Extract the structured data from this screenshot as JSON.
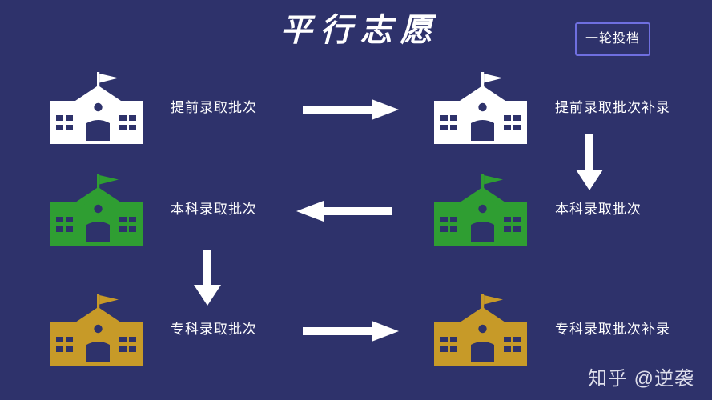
{
  "page": {
    "title": "平行志愿",
    "background_color": "#2e326b",
    "watermark": "知乎 @逆袭"
  },
  "badge": {
    "label": "一轮投档",
    "border_color": "#6f6fe0"
  },
  "colors": {
    "white": "#ffffff",
    "green": "#2f9e32",
    "gold": "#c79a28",
    "outline_navy": "#2e326b",
    "arrow": "#ffffff"
  },
  "rows": [
    {
      "icon_color": "#ffffff",
      "icon_name": "school-building-icon-white",
      "left_label": "提前录取批次",
      "right_label": "提前录取批次补录",
      "arrow_direction": "right"
    },
    {
      "icon_color": "#2f9e32",
      "icon_name": "school-building-icon-green",
      "left_label": "本科录取批次",
      "right_label": "本科录取批次",
      "arrow_direction": "left"
    },
    {
      "icon_color": "#c79a28",
      "icon_name": "school-building-icon-gold",
      "left_label": "专科录取批次",
      "right_label": "专科录取批次补录",
      "arrow_direction": "right"
    }
  ],
  "vertical_arrows": [
    {
      "name": "arrow-down-right-column",
      "direction": "down"
    },
    {
      "name": "arrow-down-left-column",
      "direction": "down"
    }
  ]
}
